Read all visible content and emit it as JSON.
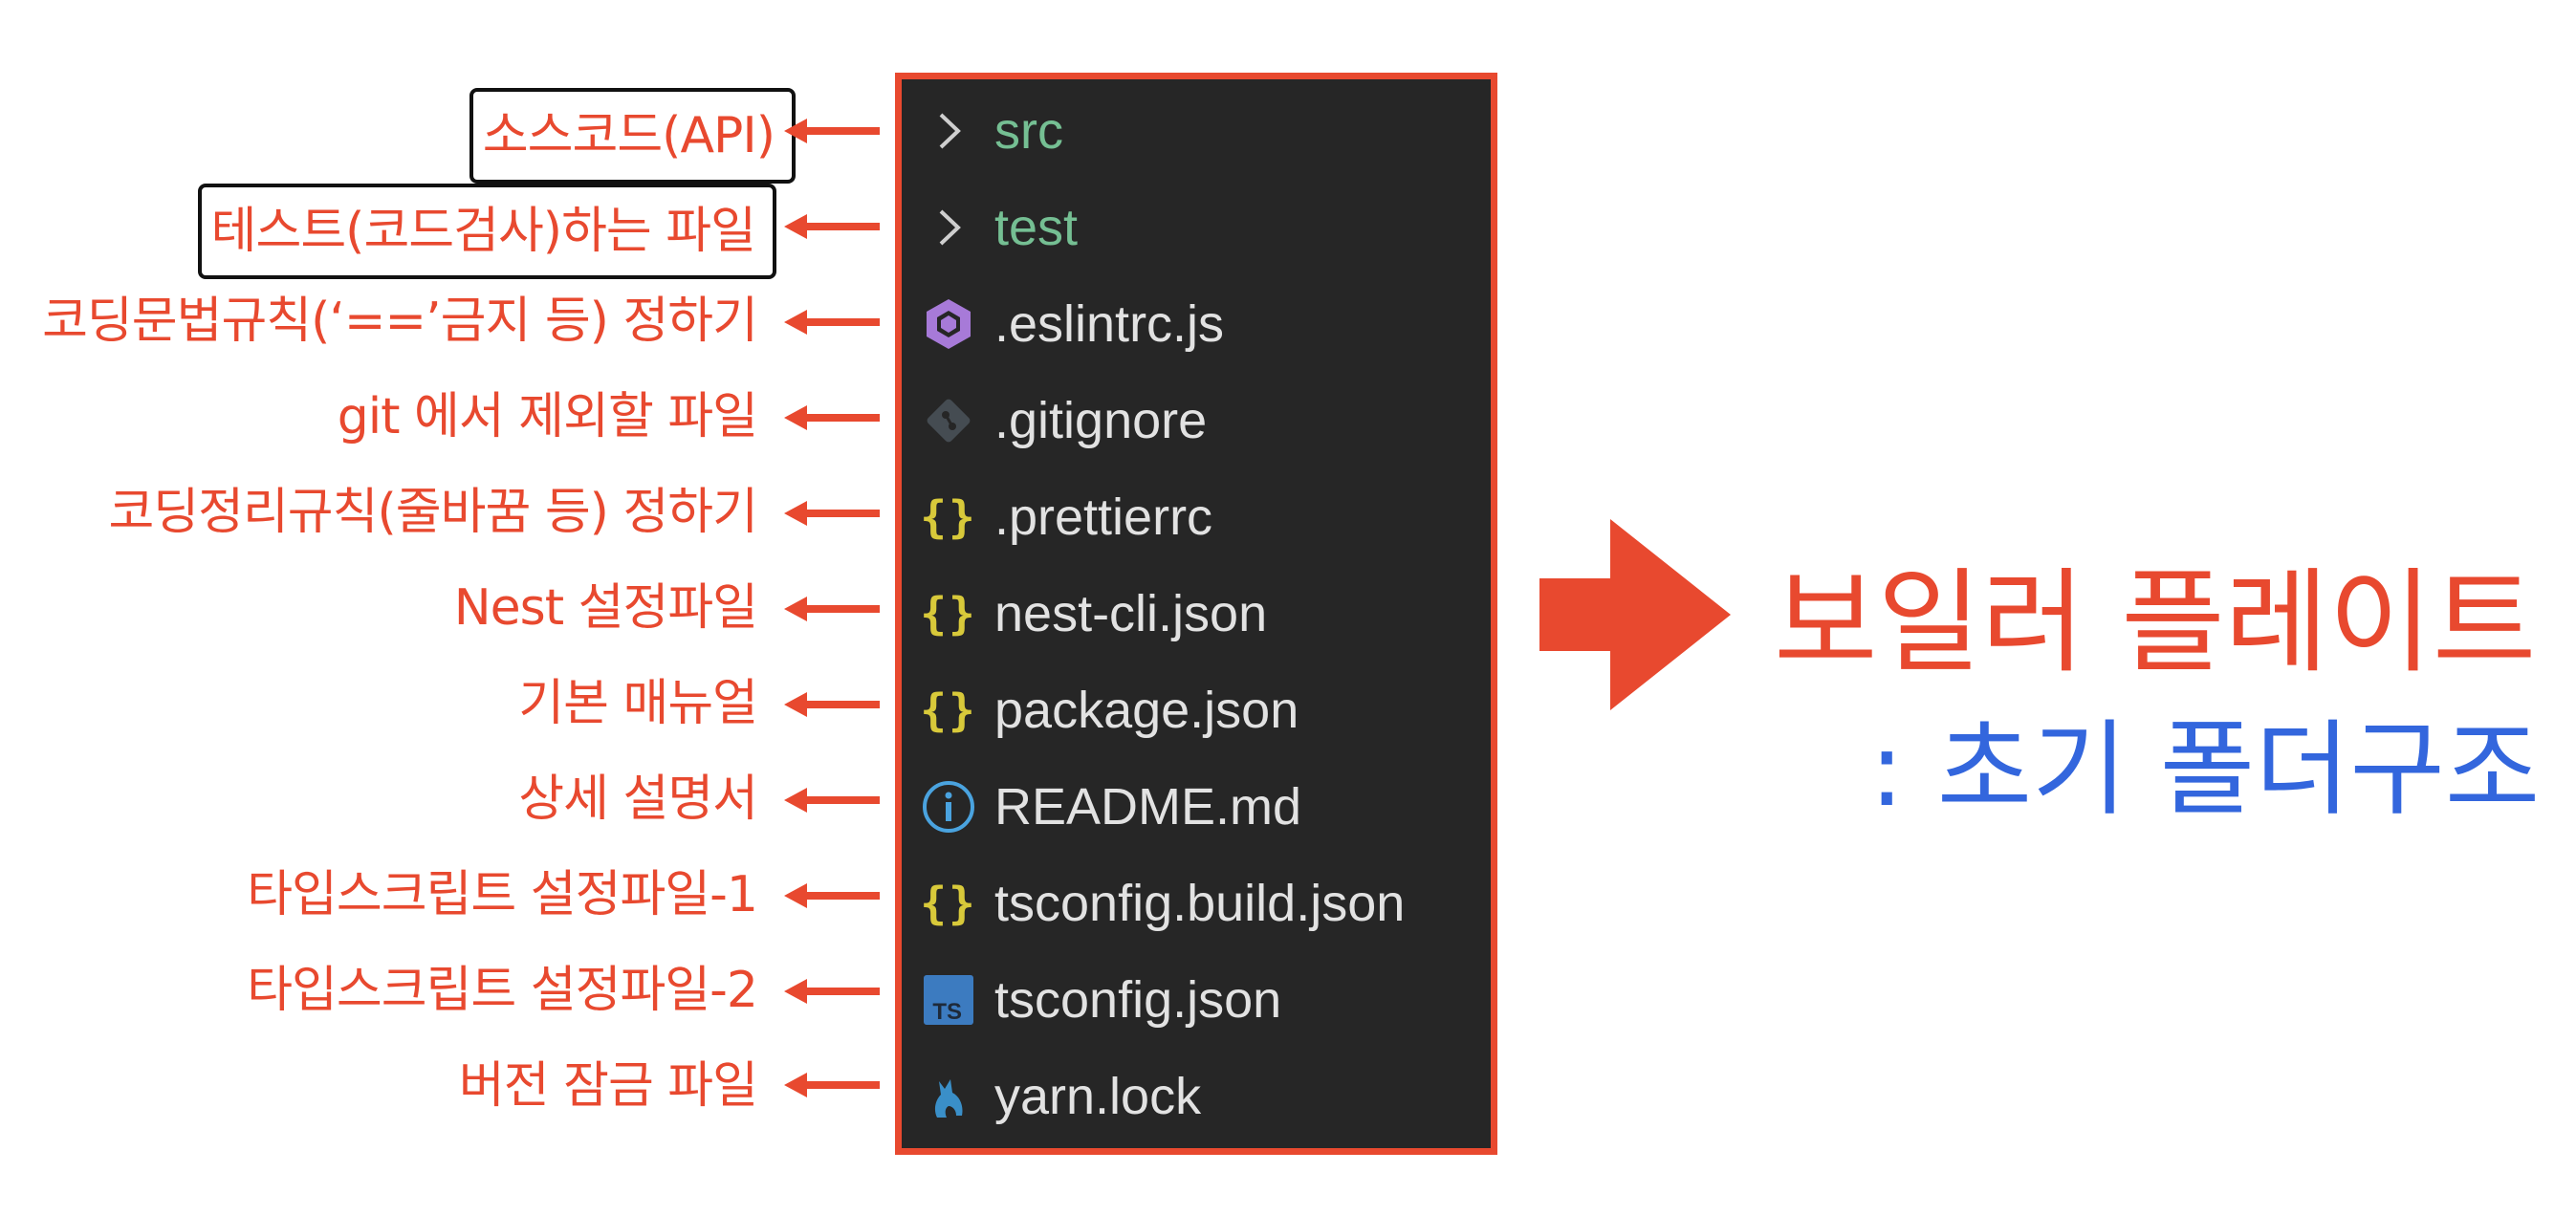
{
  "annotations": [
    "소스코드(API)",
    "테스트(코드검사)하는 파일",
    "코딩문법규칙(‘==’금지 등) 정하기",
    "git 에서 제외할 파일",
    "코딩정리규칙(줄바꿈 등) 정하기",
    "Nest 설정파일",
    "기본 매뉴얼",
    "상세 설명서",
    "타입스크립트 설정파일-1",
    "타입스크립트 설정파일-2",
    "버전 잠금 파일"
  ],
  "files": [
    {
      "name": "src",
      "icon": "chevron-right-icon",
      "kind": "folder"
    },
    {
      "name": "test",
      "icon": "chevron-right-icon",
      "kind": "folder"
    },
    {
      "name": ".eslintrc.js",
      "icon": "eslint-icon",
      "kind": "file"
    },
    {
      "name": ".gitignore",
      "icon": "git-icon",
      "kind": "file"
    },
    {
      "name": ".prettierrc",
      "icon": "json-braces-icon",
      "kind": "file"
    },
    {
      "name": "nest-cli.json",
      "icon": "json-braces-icon",
      "kind": "file"
    },
    {
      "name": "package.json",
      "icon": "json-braces-icon",
      "kind": "file"
    },
    {
      "name": "README.md",
      "icon": "info-icon",
      "kind": "file"
    },
    {
      "name": "tsconfig.build.json",
      "icon": "json-braces-icon",
      "kind": "file"
    },
    {
      "name": "tsconfig.json",
      "icon": "typescript-icon",
      "kind": "file"
    },
    {
      "name": "yarn.lock",
      "icon": "yarn-icon",
      "kind": "file"
    }
  ],
  "typescript_badge": "TS",
  "title": {
    "main": "보일러 플레이트",
    "sub": ": 초기 폴더구조"
  },
  "colors": {
    "accent": "#e8492f",
    "subtitle": "#3366dd",
    "panel": "#262626",
    "folder_text": "#75bf93",
    "file_text": "#e2e2e2",
    "json_icon": "#d8c93a",
    "eslint_icon": "#a77ad8",
    "info_icon": "#4aa3df",
    "ts_icon": "#3c7bc0",
    "yarn_icon": "#3a8fc8"
  }
}
